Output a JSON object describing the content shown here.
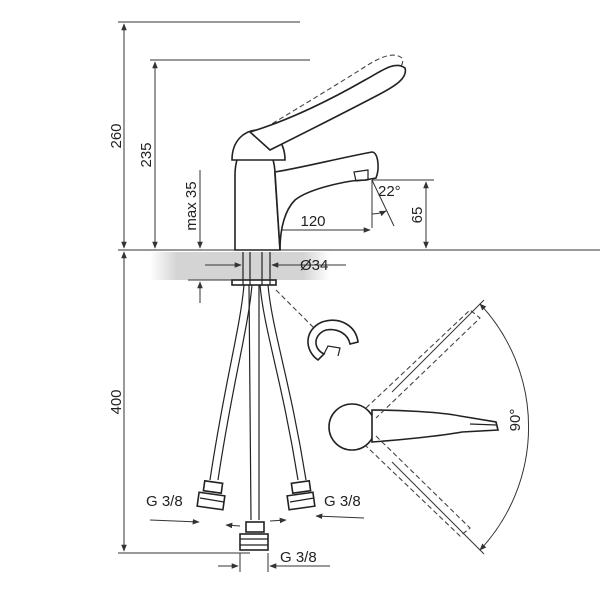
{
  "dimensions": {
    "total_height": "260",
    "spout_height": "235",
    "max_deck": "max 35",
    "reach": "120",
    "spout_clearance": "65",
    "spout_angle": "22°",
    "hole_diameter": "Ø34",
    "hose_length": "400",
    "thread_left": "G 3/8",
    "thread_right": "G 3/8",
    "thread_center": "G 3/8",
    "lever_rotation": "90°"
  },
  "colors": {
    "line": "#222222",
    "deck": "#d6d6d6"
  }
}
